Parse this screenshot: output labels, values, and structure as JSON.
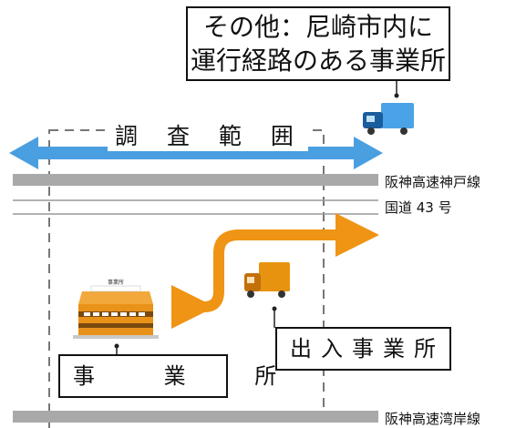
{
  "other_office_box": {
    "line1": "その他：尼崎市内に",
    "line2": "運行経路のある事業所"
  },
  "survey_scope_label": "調 査 範 囲",
  "roads": {
    "hanshin_kobe": "阪神高速神戸線",
    "route43": "国道 43 号",
    "hanshin_wangan": "阪神高速湾岸線"
  },
  "office_box_label": "事 業 所",
  "building_sign": "事業所",
  "inout_office_box_label": "出入事業所",
  "colors": {
    "scope_arrow": "#4a9fe0",
    "route_arrow": "#ef9414",
    "truck_body": "#4aa3e6",
    "truck_cab": "#1a5d9c",
    "orange_truck": "#e8930f",
    "building": "#e8921a",
    "highway_band": "#a9a9a9",
    "dashed_border": "#777777"
  },
  "icons": [
    "blue-truck-icon",
    "orange-truck-icon",
    "office-building-icon"
  ]
}
